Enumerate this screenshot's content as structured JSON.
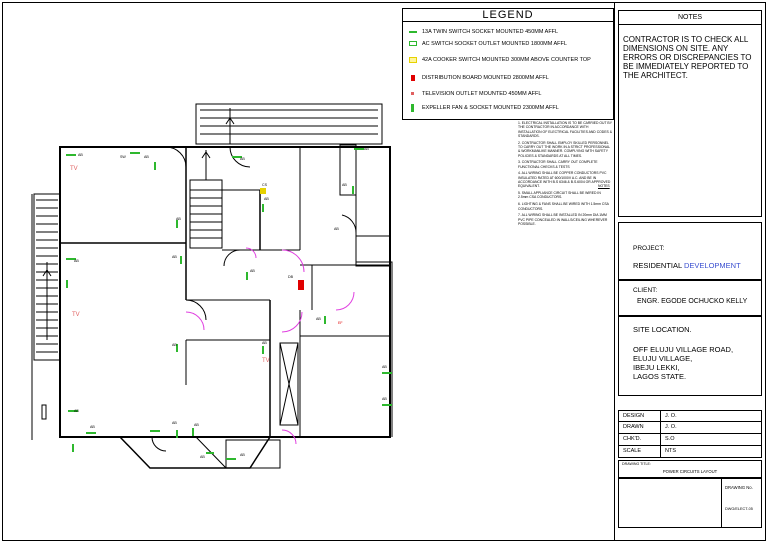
{
  "legend": {
    "title": "LEGEND",
    "items": [
      {
        "label": "13A TWIN SWITCH SOCKET MOUNTED 450MM AFFL",
        "color": "#2eb82e",
        "icon": "twin-socket-icon"
      },
      {
        "label": "AC SWITCH SOCKET OUTLET MOUNTED 1800MM AFFL",
        "color": "#2eb82e",
        "icon": "ac-socket-icon"
      },
      {
        "label": "42A COOKER SWITCH MOUNTED 300MM ABOVE COUNTER TOP",
        "color": "#e6d200",
        "icon": "cooker-switch-icon"
      },
      {
        "label": "DISTRIBUTION BOARD MOUNTED 2800MM AFFL",
        "color": "#e00000",
        "icon": "distribution-board-icon"
      },
      {
        "label": "TELEVISION OUTLET MOUNTED 450MM AFFL",
        "color": "#e06060",
        "icon": "tv-outlet-icon"
      },
      {
        "label": "EXPELLER FAN & SOCKET MOUNTED 2300MM AFFL",
        "color": "#2eb82e",
        "icon": "expeller-fan-icon"
      }
    ]
  },
  "notes": {
    "title": "NOTES",
    "text": "CONTRACTOR IS TO CHECK ALL DIMENSIONS ON SITE. ANY ERRORS OR DISCREPANCIES TO BE IMMEDIATELY REPORTED TO THE ARCHITECT."
  },
  "spec_notes": [
    "1. ELECTRICAL INSTALLATION IS TO BE CARRIED OUT BY THE CONTRACTOR IN ACCORDANCE WITH INSTALLATION OF ELECTRICAL FACILITIES AND CODES & STANDARDS.",
    "2. CONTRACTOR SHALL EMPLOY SKILLED PERSONNEL TO CARRY OUT THE WORK IN A STRICT PROFESSIONAL & WORKMANLIKE MANNER. COMPLYING WITH SAFETY POLICIES & STANDARDS AT ALL TIMES.",
    "3. CONTRACTOR SHALL CARRY OUT COMPLETE FUNCTIONAL CHECKS & TESTS",
    "4. ALL WIRING SHALL BE COPPER CONDUCTORS PVC INSULATED RATED AT 600/1000V A.C. AND BE IN ACCORDANCE WITH B.S 6346 & B.S.6004 OR APPROVED EQUIVALENT.",
    "5. SMALL APPLIANCE CIRCUIT SHALL BE WIRED IN 2.5mm CSA CONDUCTORS.",
    "6. LIGHTING & FANS SHALL BE WIRED WITH 1.5mm CSA CONDUCTORS.",
    "7. ALL WIRING SHALL BE INSTALLED IN 20mm DIA 1MM PVC PIPE CONCEALED IN WALLS/CEILING WHEREVER POSSIBLE."
  ],
  "spec_tag": "NOTES",
  "project": {
    "label": "PROJECT:",
    "name_a": "RESIDENTIAL",
    "name_b": "DEVELOPMENT"
  },
  "client": {
    "label": "CLIENT:",
    "name": "ENGR. EGODE OCHUCKO KELLY"
  },
  "site": {
    "label": "SITE LOCATION.",
    "lines": [
      "OFF ELUJU VILLAGE ROAD,",
      "ELUJU VILLAGE,",
      "IBEJU LEKKI,",
      "LAGOS STATE."
    ]
  },
  "title_block": [
    {
      "key": "DESIGN",
      "value": "J. O."
    },
    {
      "key": "DRAWN",
      "value": "J. O."
    },
    {
      "key": "CHK'D.",
      "value": "S.O"
    },
    {
      "key": "SCALE",
      "value": "NTS"
    }
  ],
  "drawing_title": {
    "label": "DRAWING TITLE:",
    "value": "POWER CIRCUITS LAYOUT"
  },
  "drawing_no": {
    "label": "DRAWING No.",
    "value": "DWG/ELECT-05"
  },
  "plan": {
    "db_label": "DB",
    "tv_label": "TV",
    "ab_label": "AB",
    "sw_label": "SW",
    "ac_label": "AC",
    "cs_label": "CS",
    "ef_label": "EF"
  }
}
